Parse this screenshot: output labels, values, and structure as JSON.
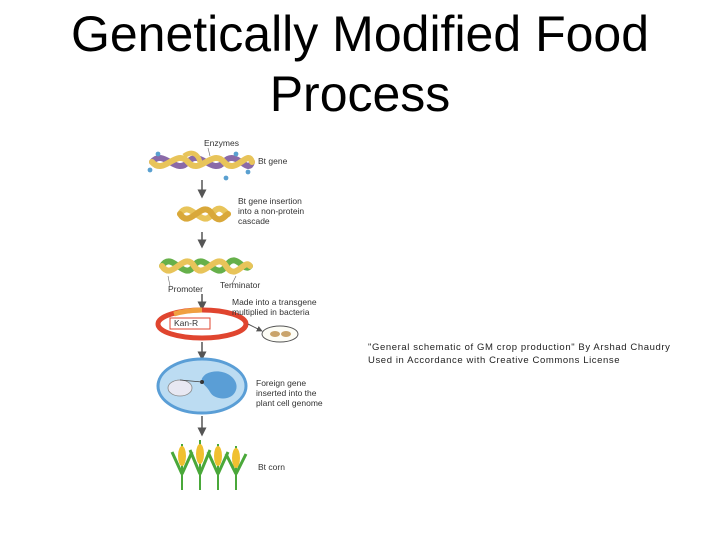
{
  "slide": {
    "title_line1": "Genetically Modified Food",
    "title_line2": "Process"
  },
  "caption": {
    "line1": "\"General schematic of GM crop production\" By Arshad Chaudry",
    "line2": "Used in Accordance with Creative Commons License"
  },
  "diagram": {
    "enzymes_label": "Enzymes",
    "step1_label": "Bt gene",
    "step2_label_line1": "Bt gene insertion",
    "step2_label_line2": "into a non-protein",
    "step2_label_line3": "cascade",
    "promoter_label": "Promoter",
    "terminator_label": "Terminator",
    "step3_label_line1": "Made into a transgene",
    "step3_label_line2": "multiplied in bacteria",
    "marker_label": "Kan-R",
    "step4_label_line1": "Foreign gene",
    "step4_label_line2": "inserted into the",
    "step4_label_line3": "plant cell genome",
    "step5_label": "Bt corn"
  },
  "colors": {
    "dna_yellow": "#e8c45a",
    "dna_purple": "#8a6aa8",
    "dna_green": "#66b04a",
    "plasmid_red": "#e0452f",
    "plasmid_orange": "#f0a040",
    "cell_blue": "#5a9ed6",
    "corn_green": "#4aa83a",
    "corn_yellow": "#f0c030"
  }
}
